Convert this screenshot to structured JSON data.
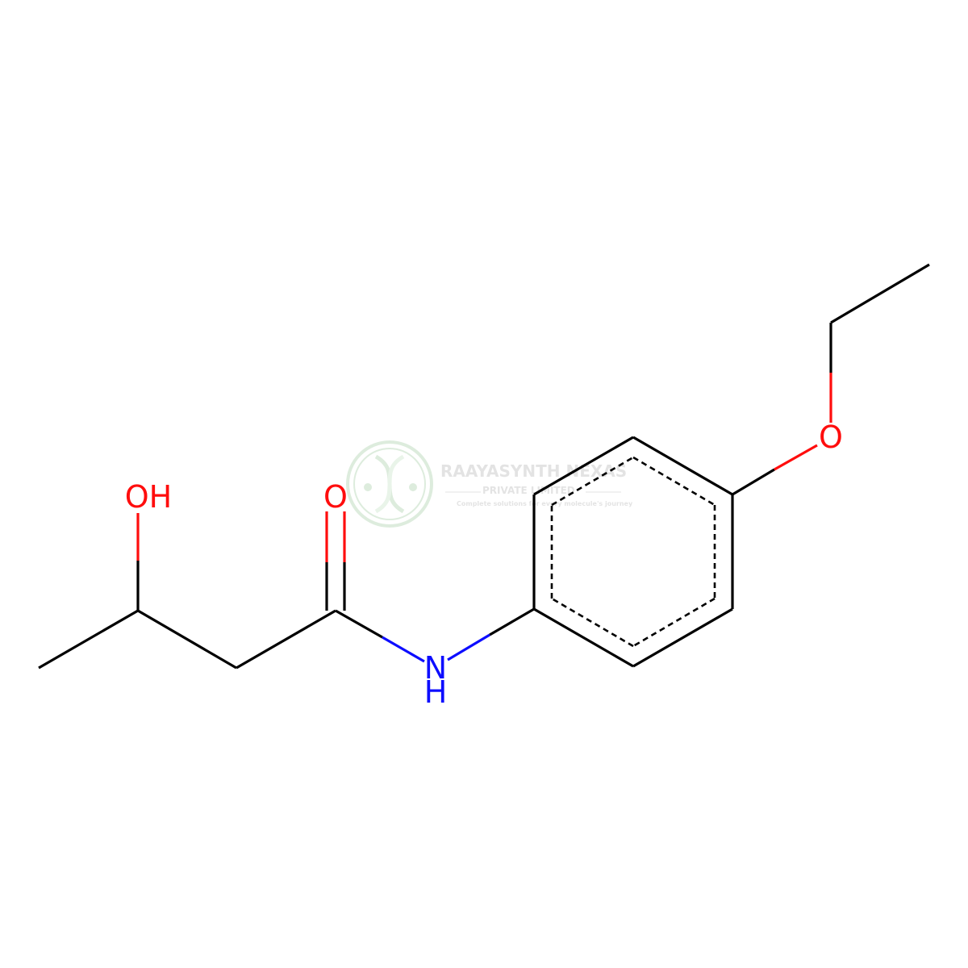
{
  "colors": {
    "background": "#ffffff",
    "carbon_bond": "#000000",
    "oxygen": "#ff0d0d",
    "nitrogen": "#0d0dff",
    "watermark": "#7fbf7f"
  },
  "atoms": {
    "hydroxyl": "OH",
    "carbonyl_oxygen": "O",
    "amide_nitrogen": "N",
    "amide_hydrogen": "H",
    "ether_oxygen": "O"
  },
  "watermark": {
    "company": "RAAYASYNTH NEXAS",
    "subtitle": "PRIVATE LIMITED",
    "tagline": "Complete solutions for every molecule's journey",
    "icon": "dna-helix-icon"
  }
}
